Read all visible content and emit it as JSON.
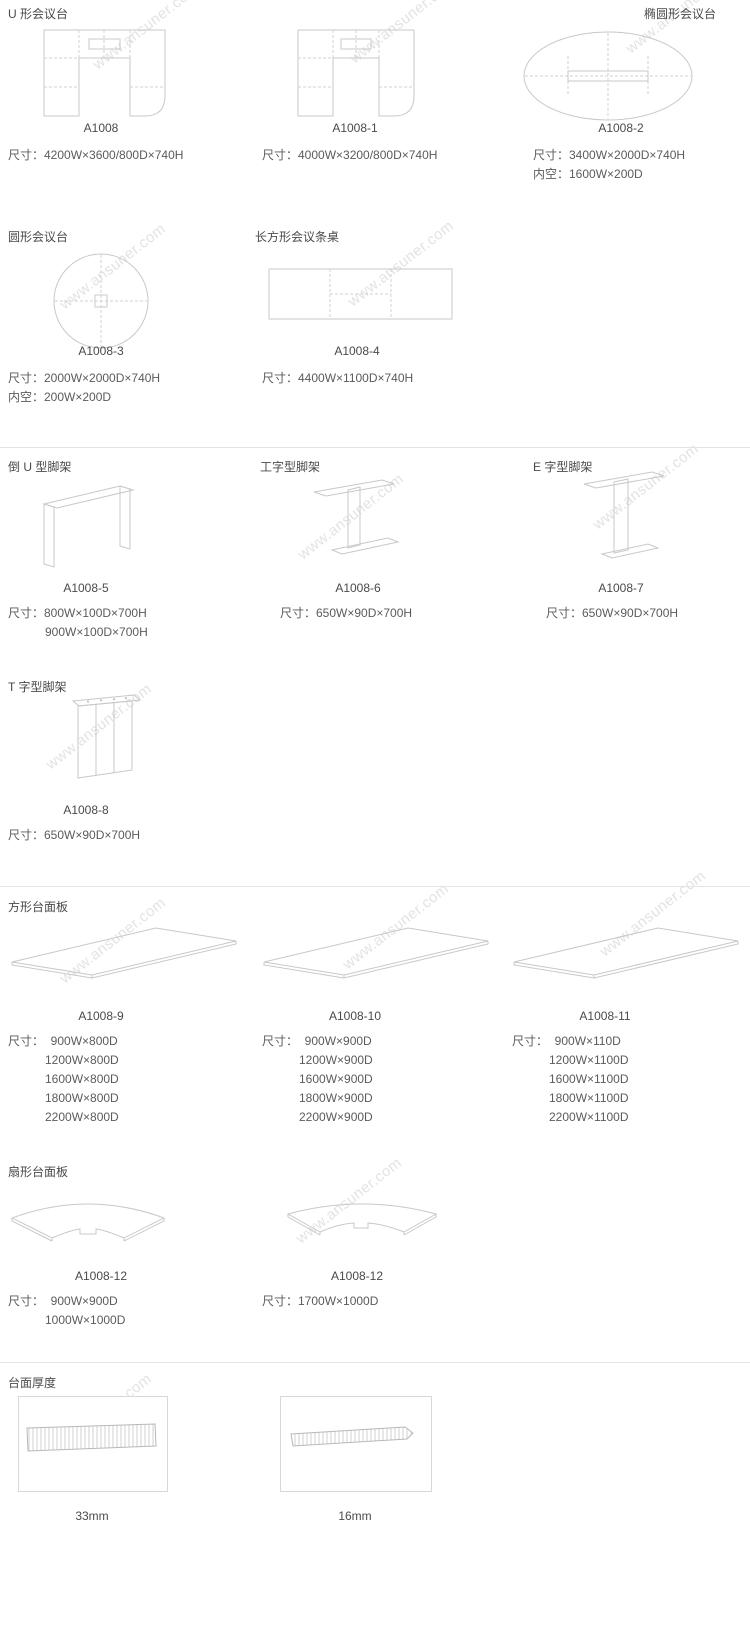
{
  "watermark": "www.ansuner.com",
  "headers": {
    "u_table": "U 形会议台",
    "oval_table": "椭圆形会议台",
    "round_table": "圆形会议台",
    "rect_table": "长方形会议条桌",
    "inv_u_leg": "倒 U 型脚架",
    "i_leg": "工字型脚架",
    "e_leg": "E 字型脚架",
    "t_leg": "T 字型脚架",
    "square_top": "方形台面板",
    "fan_top": "扇形台面板",
    "thickness": "台面厚度"
  },
  "items": {
    "a1008": {
      "model": "A1008",
      "dims": [
        "尺寸：4200W×3600/800D×740H"
      ]
    },
    "a1008_1": {
      "model": "A1008-1",
      "dims": [
        "尺寸：4000W×3200/800D×740H"
      ]
    },
    "a1008_2": {
      "model": "A1008-2",
      "dims": [
        "尺寸：3400W×2000D×740H",
        "内空：1600W×200D"
      ]
    },
    "a1008_3": {
      "model": "A1008-3",
      "dims": [
        "尺寸：2000W×2000D×740H",
        "内空：200W×200D"
      ]
    },
    "a1008_4": {
      "model": "A1008-4",
      "dims": [
        "尺寸：4400W×1100D×740H"
      ]
    },
    "a1008_5": {
      "model": "A1008-5",
      "dims": [
        "尺寸：800W×100D×700H",
        "900W×100D×700H"
      ]
    },
    "a1008_6": {
      "model": "A1008-6",
      "dims": [
        "尺寸：650W×90D×700H"
      ]
    },
    "a1008_7": {
      "model": "A1008-7",
      "dims": [
        "尺寸：650W×90D×700H"
      ]
    },
    "a1008_8": {
      "model": "A1008-8",
      "dims": [
        "尺寸：650W×90D×700H"
      ]
    },
    "a1008_9": {
      "model": "A1008-9",
      "dims": [
        "尺寸：  900W×800D",
        "1200W×800D",
        "1600W×800D",
        "1800W×800D",
        "2200W×800D"
      ]
    },
    "a1008_10": {
      "model": "A1008-10",
      "dims": [
        "尺寸：  900W×900D",
        "1200W×900D",
        "1600W×900D",
        "1800W×900D",
        "2200W×900D"
      ]
    },
    "a1008_11": {
      "model": "A1008-11",
      "dims": [
        "尺寸：  900W×110D",
        "1200W×1100D",
        "1600W×1100D",
        "1800W×1100D",
        "2200W×1100D"
      ]
    },
    "a1008_12a": {
      "model": "A1008-12",
      "dims": [
        "尺寸：  900W×900D",
        "1000W×1000D"
      ]
    },
    "a1008_12b": {
      "model": "A1008-12",
      "dims": [
        "尺寸：1700W×1000D"
      ]
    },
    "thick_33": {
      "label": "33mm"
    },
    "thick_16": {
      "label": "16mm"
    }
  },
  "colors": {
    "line": "#c8c8c8",
    "dashed_line": "#d2d2d2",
    "text": "#555555",
    "watermark": "#e3e3e3",
    "divider": "#e4e4e4"
  }
}
